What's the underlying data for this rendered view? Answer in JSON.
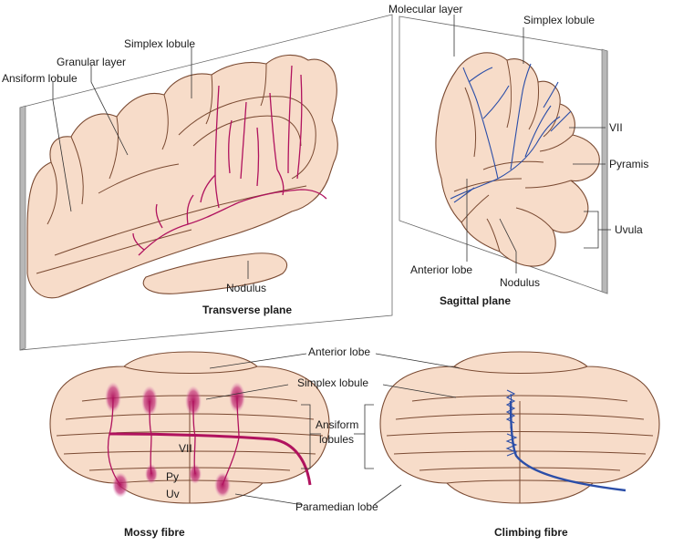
{
  "labels": {
    "ansiform_lobule": "Ansiform lobule",
    "granular_layer": "Granular layer",
    "simplex_lobule_transverse": "Simplex lobule",
    "nodulus_transverse": "Nodulus",
    "molecular_layer": "Molecular layer",
    "simplex_lobule_sagittal": "Simplex lobule",
    "vii_sagittal": "VII",
    "pyramis": "Pyramis",
    "uvula": "Uvula",
    "anterior_lobe_sagittal": "Anterior lobe",
    "nodulus_sagittal": "Nodulus",
    "anterior_lobe_bottom": "Anterior lobe",
    "simplex_lobule_bottom": "Simplex lobule",
    "ansiform_lobules_line1": "Ansiform",
    "ansiform_lobules_line2": "lobules",
    "paramedian_lobe": "Paramedian lobe",
    "vii_bottom": "VII",
    "py": "Py",
    "uv": "Uv"
  },
  "captions": {
    "transverse_plane": "Transverse plane",
    "sagittal_plane": "Sagittal plane",
    "mossy_fibre": "Mossy fibre",
    "climbing_fibre": "Climbing fibre"
  },
  "colors": {
    "tissue": "#f7dcc9",
    "outline": "#7a4a32",
    "mossy_fibre": "#b0125e",
    "climbing_fibre": "#2b4ea8",
    "panel_edge": "#9a9a9a"
  }
}
